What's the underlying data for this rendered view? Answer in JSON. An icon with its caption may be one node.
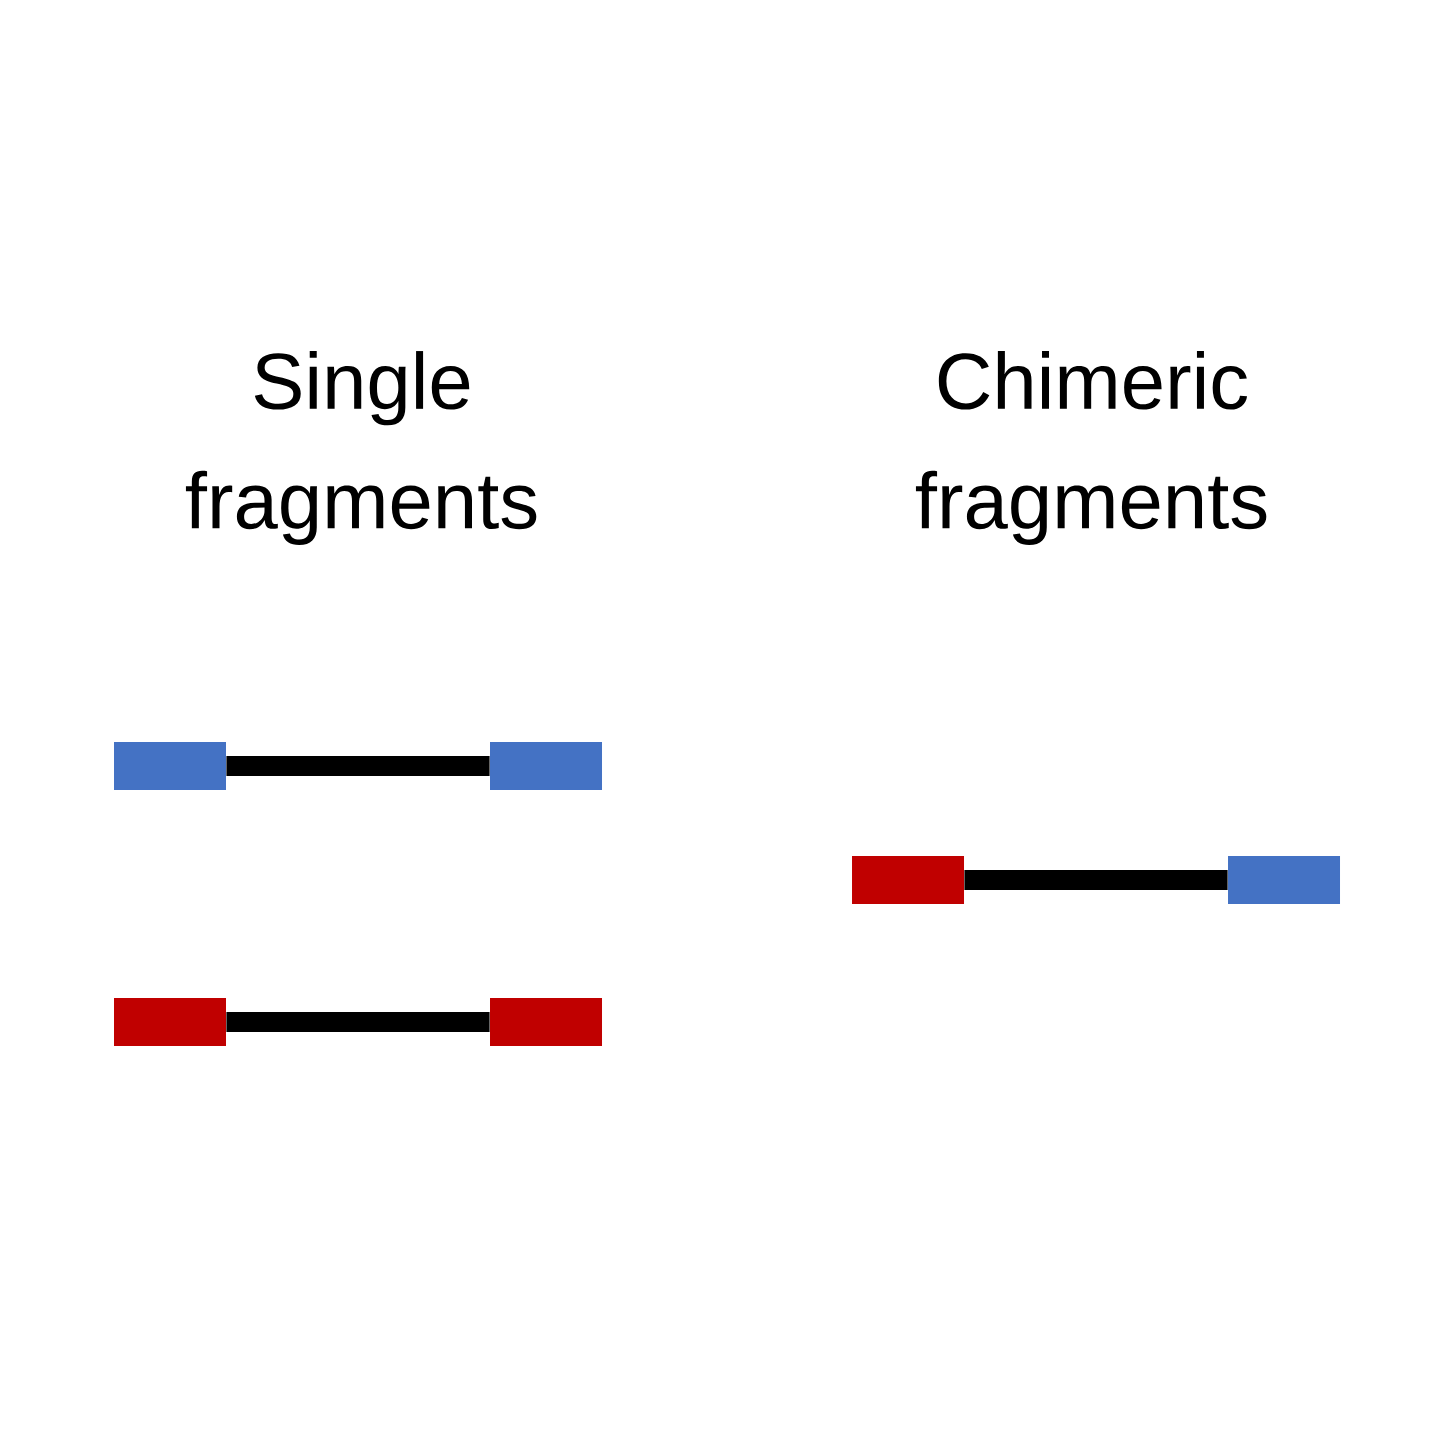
{
  "diagram": {
    "nodes": [
      {
        "text": [],
        "shape": "bar"
      },
      {
        "text": [],
        "shape": "bar"
      },
      {
        "text": [],
        "shape": "bar"
      },
      {
        "text": [],
        "shape": "bar"
      },
      {
        "text": [],
        "shape": "bar"
      },
      {
        "text": [],
        "shape": "bar"
      }
    ],
    "edges": [
      {
        "from": 0,
        "to": 1,
        "arrow": "none"
      },
      {
        "from": 2,
        "to": 3,
        "arrow": "none"
      },
      {
        "from": 4,
        "to": 5,
        "arrow": "none"
      }
    ],
    "labels": [
      "Single fragments",
      "Chimeric fragments"
    ]
  }
}
